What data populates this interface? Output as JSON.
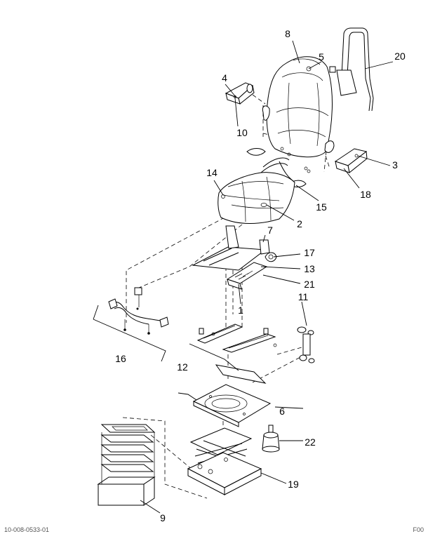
{
  "figure": {
    "callouts": [
      "8",
      "5",
      "20",
      "4",
      "10",
      "3",
      "18",
      "14",
      "15",
      "2",
      "7",
      "17",
      "13",
      "21",
      "1",
      "11",
      "16",
      "12",
      "6",
      "22",
      "19",
      "9"
    ],
    "footer_left": "10-008-0533-01",
    "footer_right": "F00"
  }
}
